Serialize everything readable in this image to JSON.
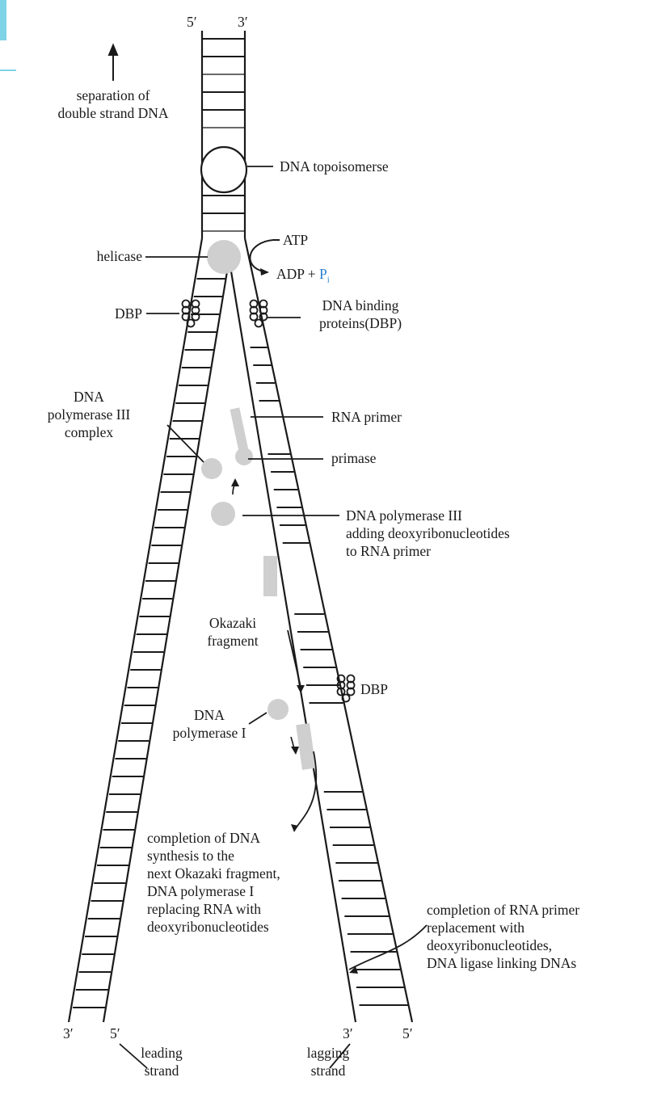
{
  "top_labels": {
    "five_prime": "5′",
    "three_prime": "3′"
  },
  "labels": {
    "separation": "separation of\ndouble strand DNA",
    "topoisomerase": "DNA topoisomerse",
    "atp": "ATP",
    "adp": "ADP + ",
    "pi": "P",
    "pi_sub": "i",
    "helicase": "helicase",
    "dbp_left": "DBP",
    "dna_binding": "DNA binding\nproteins(DBP)",
    "pol3_complex": "DNA\npolymerase III\ncomplex",
    "rna_primer": "RNA primer",
    "primase": "primase",
    "pol3_adding": "DNA polymerase III\nadding deoxyribonucleotides\nto RNA primer",
    "okazaki": "Okazaki\nfragment",
    "dbp_right": "DBP",
    "pol1": "DNA\npolymerase I",
    "completion_dna": "completion of DNA\nsynthesis to the\nnext Okazaki fragment,\nDNA polymerase I\nreplacing RNA with\ndeoxyribonucleotides",
    "completion_rna": "completion of RNA primer\nreplacement with\ndeoxyribonucleotides,\nDNA ligase linking DNAs",
    "leading": "leading\nstrand",
    "lagging": "lagging\nstrand"
  },
  "bottom_labels": {
    "left_three": "3′",
    "left_five": "5′",
    "right_three": "3′",
    "right_five": "5′"
  },
  "colors": {
    "line": "#1a1a1a",
    "enzyme": "#cfcfcf",
    "primer": "#cfcfcf",
    "accent": "#2a7fd4",
    "corner": "#7fd3e6"
  }
}
